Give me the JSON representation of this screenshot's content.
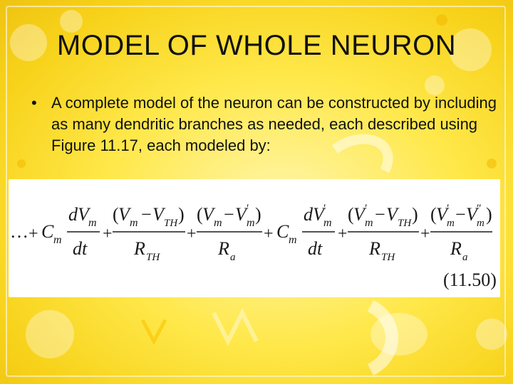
{
  "slide": {
    "title": "MODEL OF WHOLE NEURON",
    "bullet": "A complete model of the neuron can be constructed by including as many dendritic branches as needed, each described using Figure 11.17, each modeled by:",
    "bullet_marker": "•"
  },
  "equation": {
    "number": "(11.50)",
    "dots": "…",
    "plus": "+",
    "capacitance": "C",
    "m_sub": "m",
    "dV": "dV",
    "dt": "dt",
    "V": "V",
    "TH_sub": "TH",
    "R": "R",
    "a_sub": "a",
    "minus": "−",
    "prime": "′",
    "dprime": "″",
    "lparen": "(",
    "rparen": ")"
  },
  "colors": {
    "background_yellow": "#ffe84a",
    "panel_white": "#ffffff",
    "text": "#111111"
  }
}
